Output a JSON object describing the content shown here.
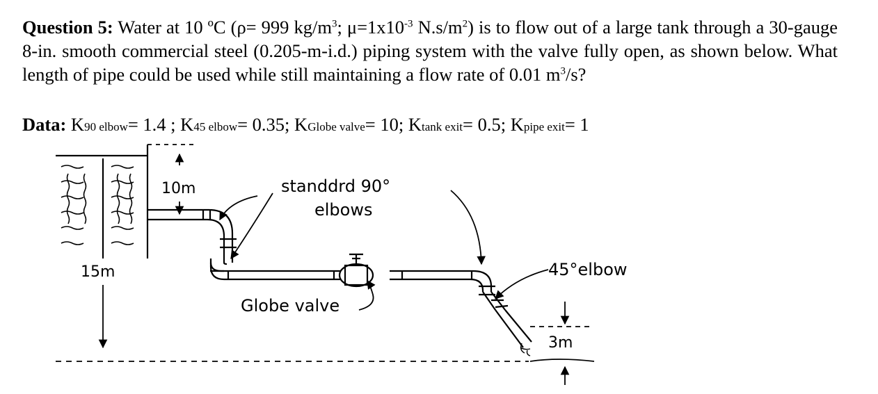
{
  "question": {
    "label": "Question 5:",
    "t1": " Water at 10 ºC (ρ= 999 kg/m",
    "sup1": "3",
    "t2": "; μ=1x10",
    "sup2": "-3",
    "t3": " N.s/m",
    "sup3": "2",
    "t4": ") is to flow out of a large tank through a 30-gauge 8-in. smooth commercial steel (0.205-m-i.d.) piping system with the valve fully open, as shown below. What length of pipe could be used while still maintaining a flow rate of 0.01 m",
    "sup4": "3",
    "t5": "/s?"
  },
  "data": {
    "label": "Data:",
    "k1": " K",
    "k1_sub": "90 elbow",
    "k1_val": "= 1.4 ; K",
    "k2_sub": "45 elbow",
    "k2_val": "= 0.35; K",
    "k3_sub": "Globe valve",
    "k3_val": "= 10; K",
    "k4_sub": "tank exit",
    "k4_val": "= 0.5; K",
    "k5_sub": "pipe exit",
    "k5_val": "= 1"
  },
  "diagram": {
    "label_10m": "10m",
    "label_15m": "15m",
    "label_3m": "3m",
    "label_elbows_1": "standdrd 90°",
    "label_elbows_2": "elbows",
    "label_globe": "Globe valve",
    "label_45": "45°elbow"
  }
}
